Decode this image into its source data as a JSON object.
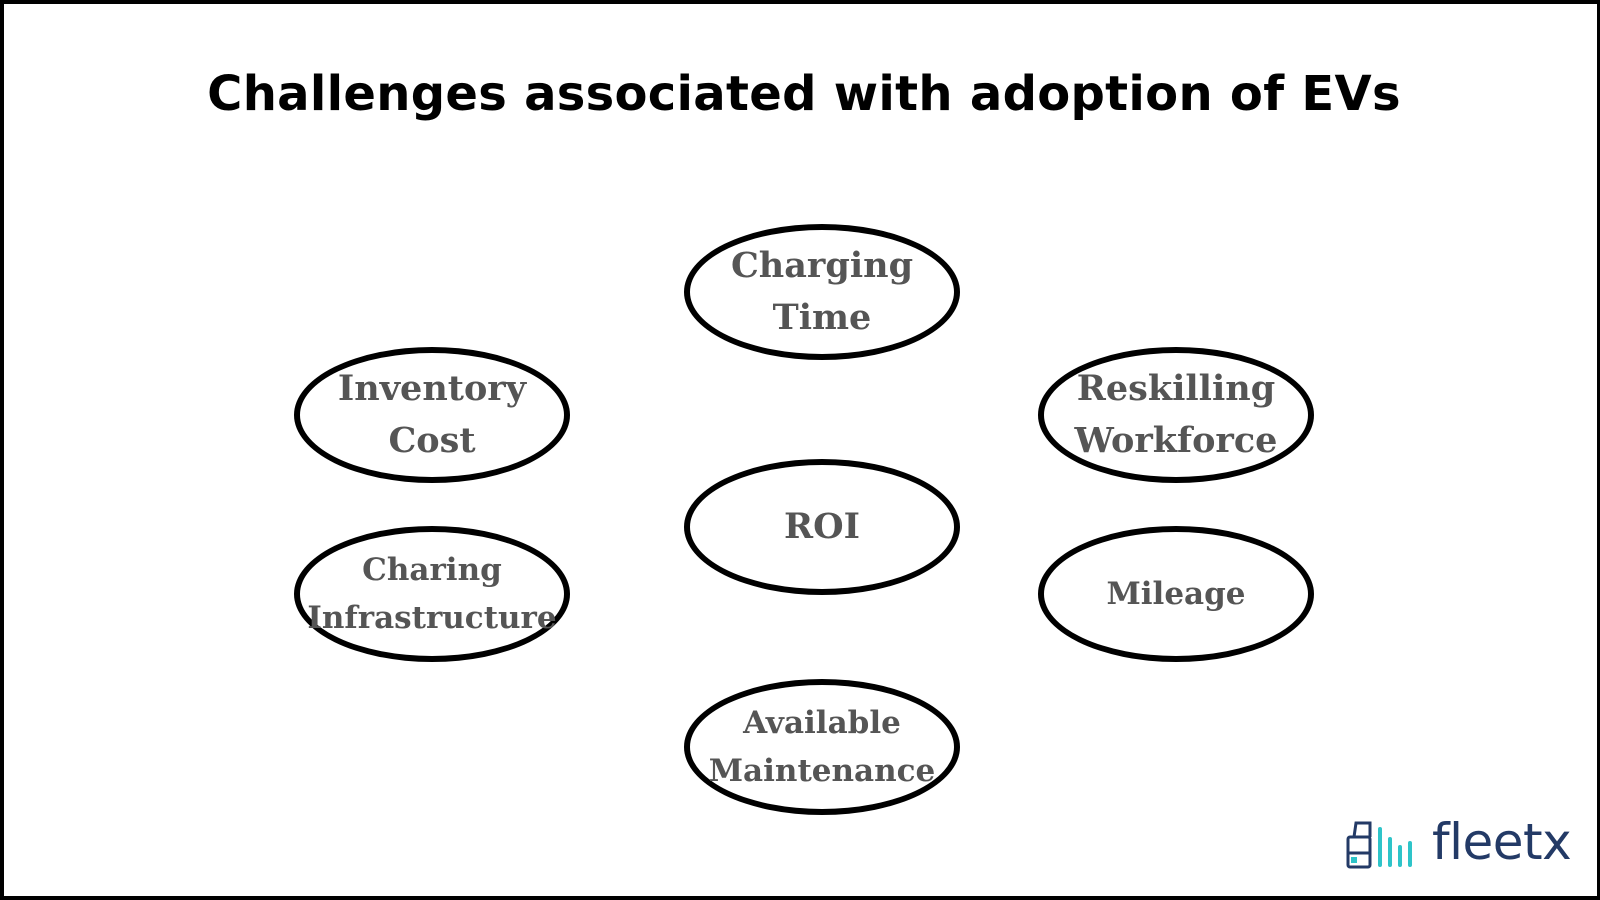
{
  "title": "Challenges associated with adoption of EVs",
  "nodes": {
    "charging_time": "Charging\nTime",
    "inventory_cost": "Inventory\nCost",
    "reskilling_workforce": "Reskilling\nWorkforce",
    "roi": "ROI",
    "charing_infrastructure": "Charing\nInfrastructure",
    "mileage": "Mileage",
    "available_maintenance": "Available\nMaintenance"
  },
  "logo": {
    "text": "fleetx",
    "icon": "truck-signal-bars-icon",
    "colors": {
      "text": "#233a66",
      "bars": "#2ec4c9",
      "truck": "#233a66"
    }
  },
  "colors": {
    "node_border": "#000000",
    "node_text": "#555555",
    "title": "#000000"
  }
}
